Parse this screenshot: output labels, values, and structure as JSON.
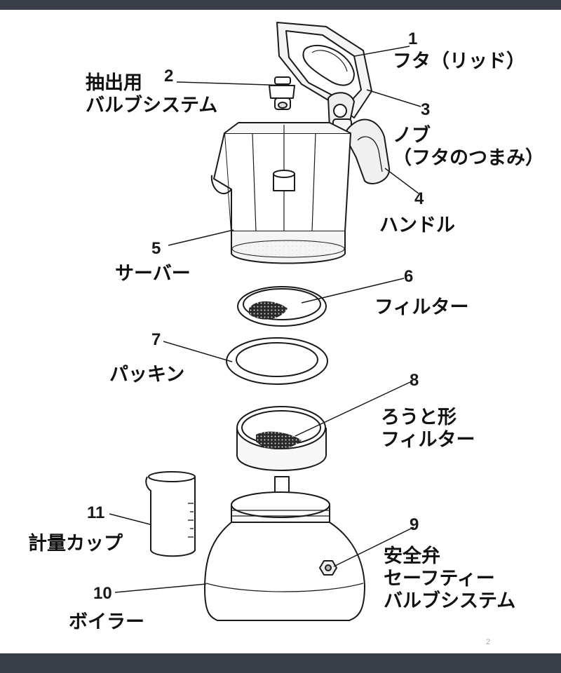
{
  "parts": [
    {
      "number": "1",
      "label": "フタ（リッド）"
    },
    {
      "number": "2",
      "label": "抽出用\nバルブシステム"
    },
    {
      "number": "3",
      "label": "ノブ\n（フタのつまみ）"
    },
    {
      "number": "4",
      "label": "ハンドル"
    },
    {
      "number": "5",
      "label": "サーバー"
    },
    {
      "number": "6",
      "label": "フィルター"
    },
    {
      "number": "7",
      "label": "パッキン"
    },
    {
      "number": "8",
      "label": "ろうと形\nフィルター"
    },
    {
      "number": "9",
      "label": "安全弁\nセーフティー\nバルブシステム"
    },
    {
      "number": "10",
      "label": "ボイラー"
    },
    {
      "number": "11",
      "label": "計量カップ"
    }
  ],
  "page_number": "2",
  "colors": {
    "frame_bar": "#3a3e48",
    "line": "#1a1a1a",
    "metal_fill": "#ffffff",
    "grounds": "#2a2a2a"
  }
}
